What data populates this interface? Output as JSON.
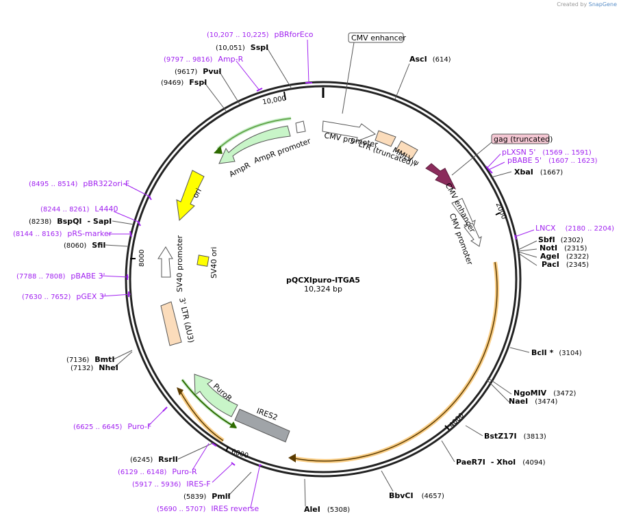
{
  "credit": {
    "created_by": "Created by",
    "brand": "SnapGene"
  },
  "plasmid": {
    "name": "pQCXIpuro-ITGA5",
    "length": "10,324 bp"
  },
  "ticks": {
    "t10000": "10,000",
    "t2000": "2000",
    "t4000": "4000",
    "t6000": "6000",
    "t8000": "8000"
  },
  "features": {
    "cmv_enhancer_top": "CMV enhancer",
    "cmv_promoter_top": "CMV promoter",
    "ltr5": "5' LTR (truncated)",
    "mmlv": "MMLV ψ",
    "gag": "gag (truncated)",
    "cmv_enhancer_2": "CMV enhancer",
    "cmv_promoter_2": "CMV promoter",
    "ampr": "AmpR",
    "ampr_promoter": "AmpR promoter",
    "ori": "ori",
    "sv40_promoter": "SV40 promoter",
    "sv40_ori": "SV40 ori",
    "ltr3": "3' LTR (ΔU3)",
    "puror": "PuroR",
    "ires2": "IRES2"
  },
  "sites": {
    "ascI": {
      "name": "AscI",
      "pos": "(614)"
    },
    "xbaI": {
      "name": "XbaI",
      "pos": "(1667)"
    },
    "sbfI": {
      "name": "SbfI",
      "pos": "(2302)"
    },
    "notI": {
      "name": "NotI",
      "pos": "(2315)"
    },
    "ageI": {
      "name": "AgeI",
      "pos": "(2322)"
    },
    "pacI": {
      "name": "PacI",
      "pos": "(2345)"
    },
    "bclI": {
      "name": "BclI *",
      "pos": "(3104)"
    },
    "ngomIV": {
      "name": "NgoMIV",
      "pos": "(3472)"
    },
    "naeI": {
      "name": "NaeI",
      "pos": "(3474)"
    },
    "bstZ17I": {
      "name": "BstZ17I",
      "pos": "(3813)"
    },
    "paeR7I": {
      "name": "PaeR7I",
      "sep": "- XhoI",
      "pos": "(4094)"
    },
    "bbvCI": {
      "name": "BbvCI",
      "pos": "(4657)"
    },
    "aleI": {
      "name": "AleI",
      "pos": "(5308)"
    },
    "pmlI": {
      "name": "PmlI",
      "pos": "(5839)"
    },
    "rsrII": {
      "name": "RsrII",
      "pos": "(6245)"
    },
    "bmtI": {
      "name": "BmtI",
      "pos": "(7136)"
    },
    "nheI": {
      "name": "NheI",
      "pos": "(7132)"
    },
    "sfiI": {
      "name": "SfiI",
      "pos": "(8060)"
    },
    "bspQI": {
      "name": "BspQI",
      "sep": "- SapI",
      "pos": "(8238)"
    },
    "fspI": {
      "name": "FspI",
      "pos": "(9469)"
    },
    "pvuI": {
      "name": "PvuI",
      "pos": "(9617)"
    },
    "sspI": {
      "name": "SspI",
      "pos": "(10,051)"
    }
  },
  "primers": {
    "pbrforeco": {
      "name": "pBRforEco",
      "pos": "(10,207 .. 10,225)"
    },
    "ampr": {
      "name": "Amp-R",
      "pos": "(9797 .. 9816)"
    },
    "plxsn5": {
      "name": "pLXSN 5'",
      "pos": "(1569 .. 1591)"
    },
    "pbabe5": {
      "name": "pBABE 5'",
      "pos": "(1607 .. 1623)"
    },
    "lncx": {
      "name": "LNCX",
      "pos": "(2180 .. 2204)"
    },
    "pbr322ori": {
      "name": "pBR322ori-F",
      "pos": "(8495 .. 8514)"
    },
    "l4440": {
      "name": "L4440",
      "pos": "(8244 .. 8261)"
    },
    "prsmarker": {
      "name": "pRS-marker",
      "pos": "(8144 .. 8163)"
    },
    "pbabe3": {
      "name": "pBABE 3'",
      "pos": "(7788 .. 7808)"
    },
    "pgex3": {
      "name": "pGEX 3'",
      "pos": "(7630 .. 7652)"
    },
    "purof": {
      "name": "Puro-F",
      "pos": "(6625 .. 6645)"
    },
    "puror": {
      "name": "Puro-R",
      "pos": "(6129 .. 6148)"
    },
    "iresf": {
      "name": "IRES-F",
      "pos": "(5917 .. 5936)"
    },
    "iresrev": {
      "name": "IRES reverse",
      "pos": "(5690 .. 5707)"
    }
  },
  "colors": {
    "backbone": "#222222",
    "primer": "#a020f0",
    "gag": "#8b2c5c",
    "gag_label_bg": "#f4c7d3",
    "orange_arc": "#f5a623",
    "ori": "#ffff00",
    "ampr": "#c8f5c8",
    "ltr": "#fbdcbb",
    "ires": "#a0a4a8"
  }
}
